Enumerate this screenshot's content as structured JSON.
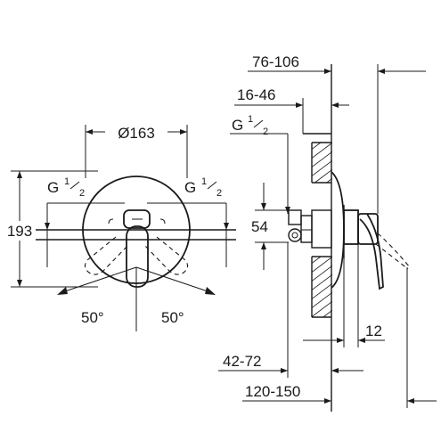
{
  "front_view": {
    "diameter_label": "Ø163",
    "height_label": "193",
    "thread_left": {
      "base": "G",
      "num": "1",
      "den": "2"
    },
    "thread_right": {
      "base": "G",
      "num": "1",
      "den": "2"
    },
    "angle_left": "50°",
    "angle_right": "50°"
  },
  "side_view": {
    "dim_76_106": "76-106",
    "dim_16_46": "16-46",
    "thread": {
      "base": "G",
      "num": "1",
      "den": "2"
    },
    "dim_54": "54",
    "dim_12": "12",
    "dim_42_72": "42-72",
    "dim_120_150": "120-150"
  }
}
